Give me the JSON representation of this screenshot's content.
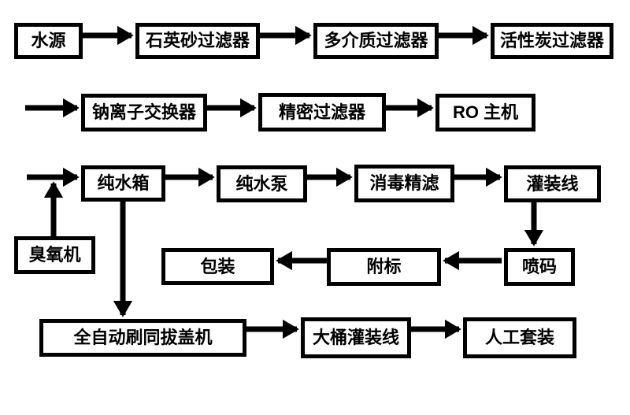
{
  "diagram": {
    "type": "flowchart",
    "colors": {
      "ink": "#000000",
      "background": "#ffffff",
      "box_fill": "#ffffff"
    },
    "nodes": {
      "water_source": "水源",
      "quartz_sand_filter": "石英砂过滤器",
      "multimedia_filter": "多介质过滤器",
      "activated_carbon_filter": "活性炭过滤器",
      "sodium_ion_exchanger": "钠离子交换器",
      "precision_filter": "精密过滤器",
      "ro_host": "RO 主机",
      "pure_water_tank": "纯水箱",
      "pure_water_pump": "纯水泵",
      "disinfection_fine_filter": "消毒精滤",
      "filling_line": "灌装线",
      "ozone_machine": "臭氧机",
      "packaging": "包装",
      "labeling": "附标",
      "inkjet_coding": "喷码",
      "auto_brush_decap_machine": "全自动刷同拔盖机",
      "barrel_filling_line": "大桶灌装线",
      "manual_packing": "人工套装"
    },
    "edges": [
      {
        "from": "water_source",
        "to": "quartz_sand_filter"
      },
      {
        "from": "quartz_sand_filter",
        "to": "multimedia_filter"
      },
      {
        "from": "multimedia_filter",
        "to": "activated_carbon_filter"
      },
      {
        "from": "left_margin_row2",
        "to": "sodium_ion_exchanger"
      },
      {
        "from": "sodium_ion_exchanger",
        "to": "precision_filter"
      },
      {
        "from": "precision_filter",
        "to": "ro_host"
      },
      {
        "from": "left_margin_row3",
        "to": "pure_water_tank"
      },
      {
        "from": "ozone_machine",
        "to": "row3_feed_line"
      },
      {
        "from": "pure_water_tank",
        "to": "pure_water_pump"
      },
      {
        "from": "pure_water_pump",
        "to": "disinfection_fine_filter"
      },
      {
        "from": "disinfection_fine_filter",
        "to": "filling_line"
      },
      {
        "from": "filling_line",
        "to": "inkjet_coding"
      },
      {
        "from": "inkjet_coding",
        "to": "labeling"
      },
      {
        "from": "labeling",
        "to": "packaging"
      },
      {
        "from": "pure_water_tank",
        "to": "auto_brush_decap_machine"
      },
      {
        "from": "auto_brush_decap_machine",
        "to": "barrel_filling_line"
      },
      {
        "from": "barrel_filling_line",
        "to": "manual_packing"
      }
    ]
  }
}
